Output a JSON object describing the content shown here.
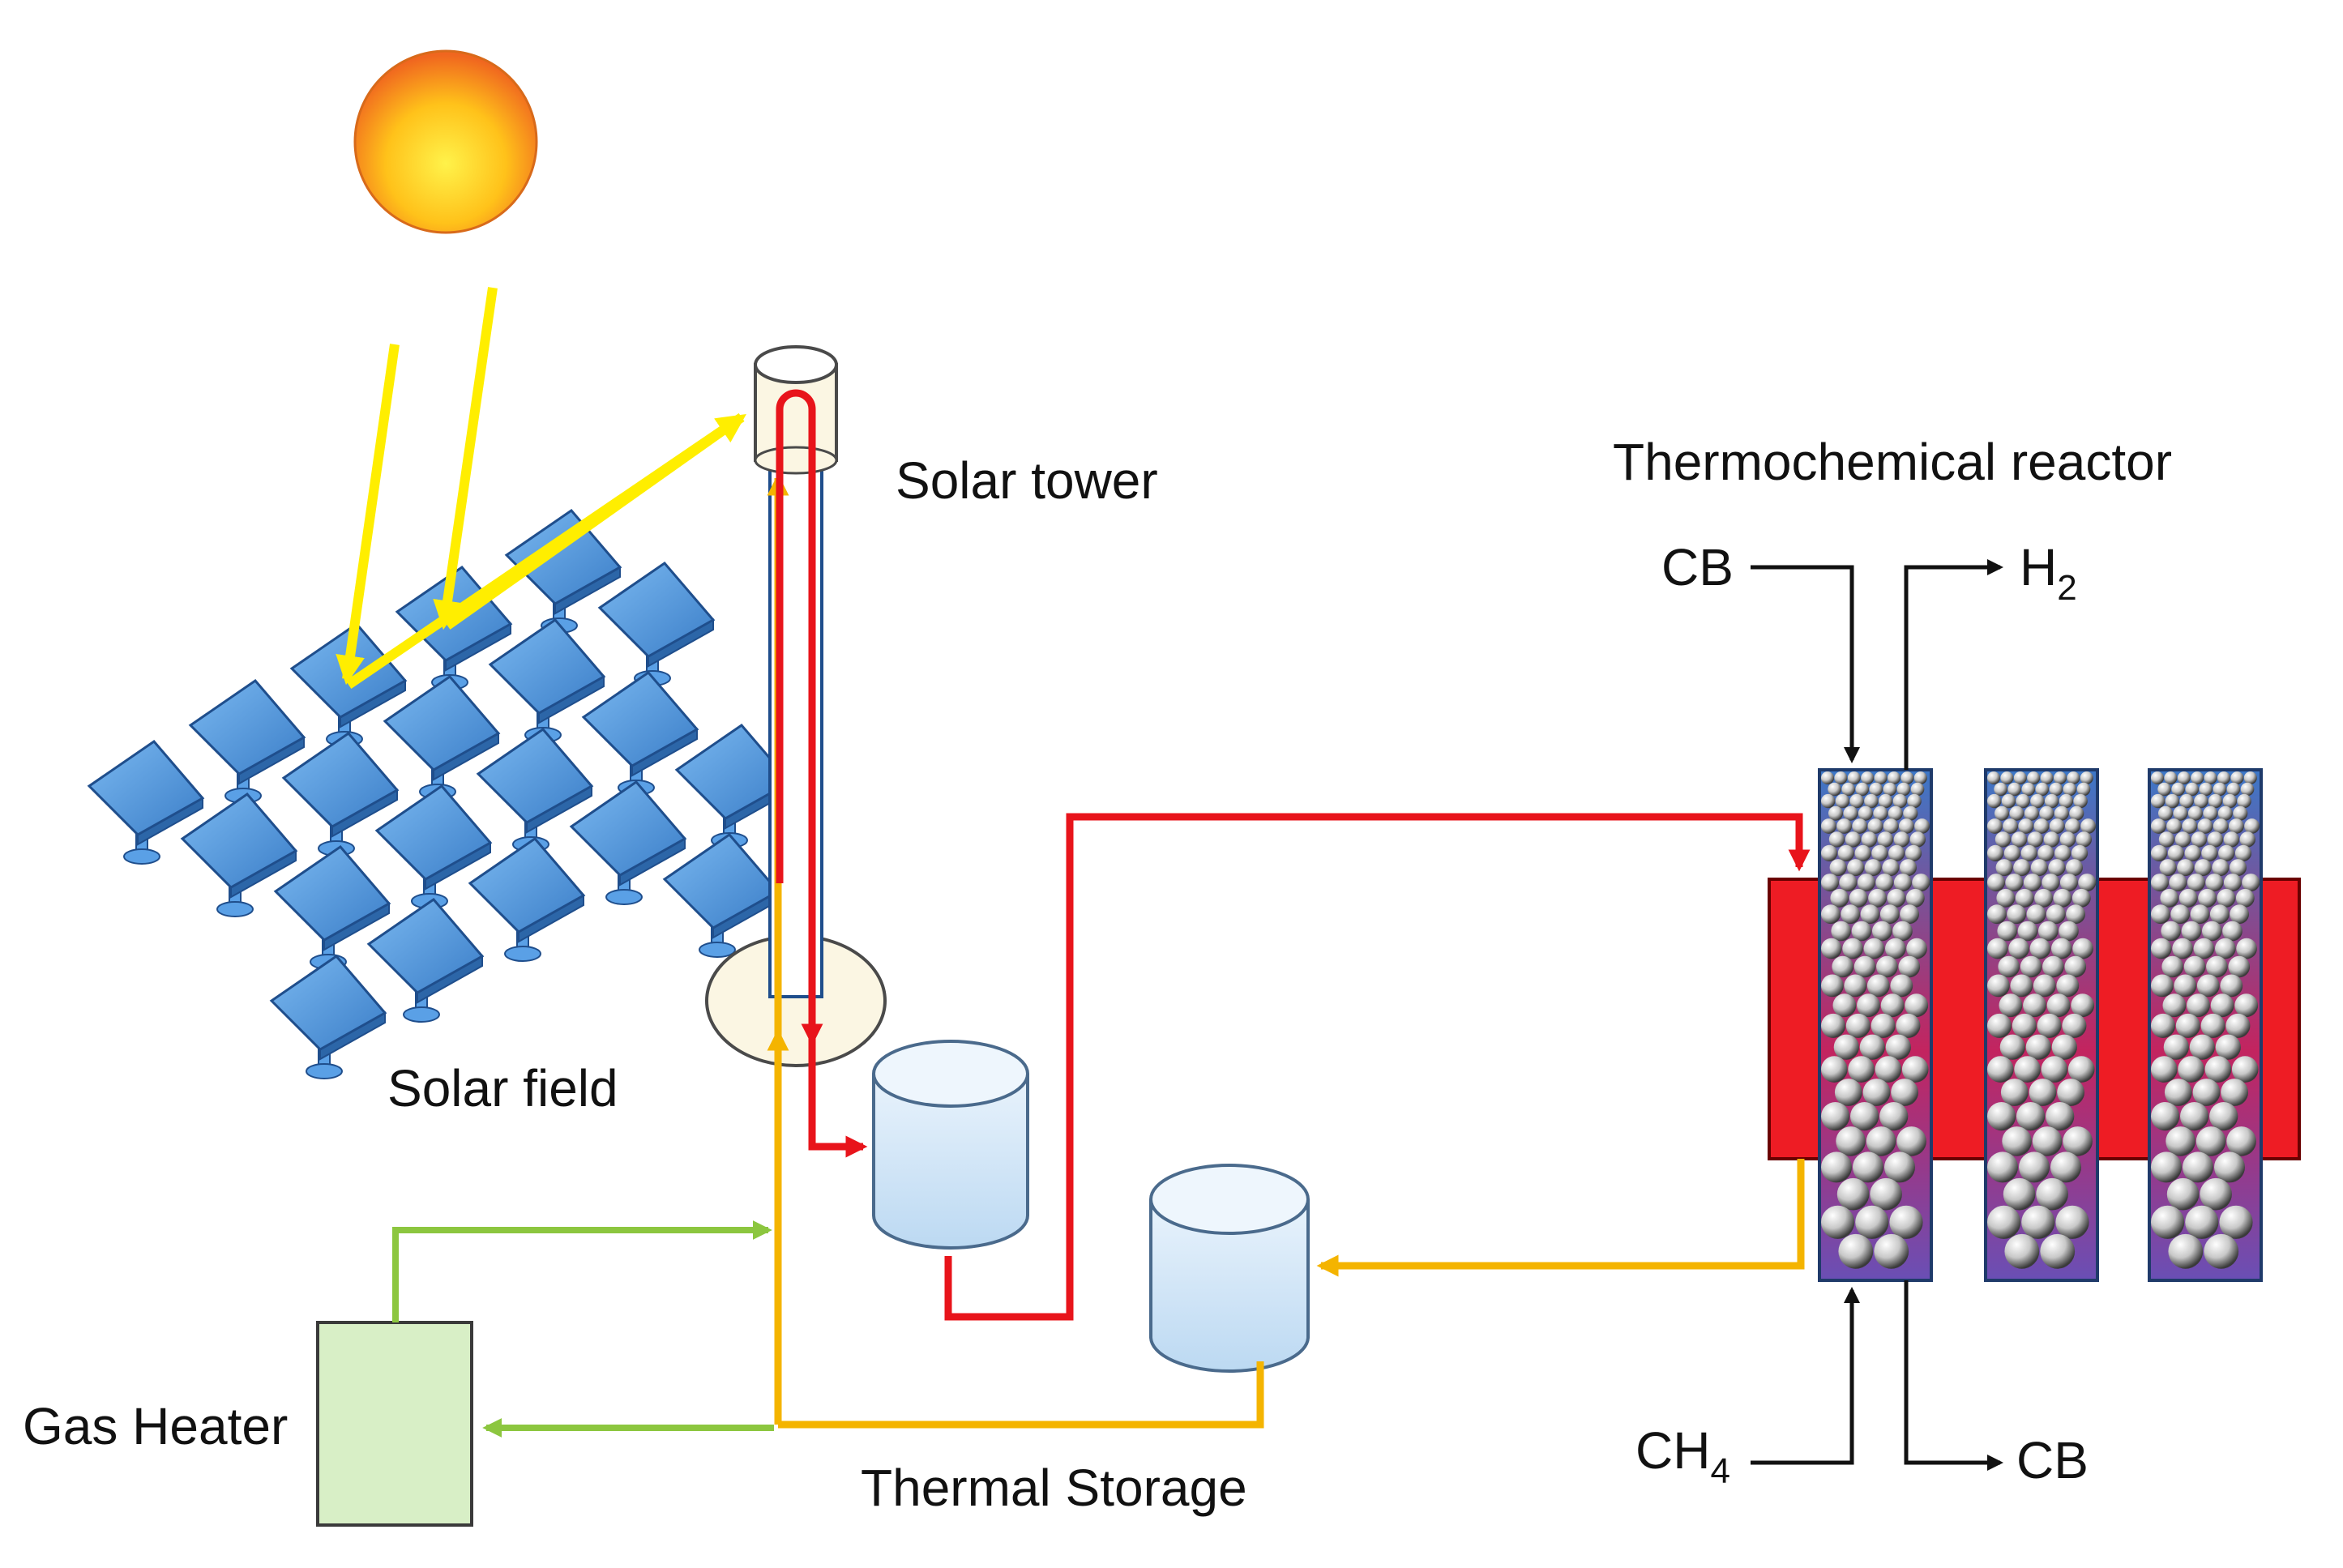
{
  "labels": {
    "solar_field": "Solar field",
    "solar_tower": "Solar tower",
    "thermochemical_reactor": "Thermochemical reactor",
    "gas_heater": "Gas Heater",
    "thermal_storage": "Thermal Storage",
    "cb_in": "CB",
    "h2_out": "H",
    "h2_sub": "2",
    "ch4_in": "CH",
    "ch4_sub": "4",
    "cb_out": "CB"
  },
  "colors": {
    "hot_stream": "#e8141b",
    "cold_stream": "#f4b400",
    "gas_stream": "#8cc63f",
    "sun_ray": "#ffee00",
    "heliostat": "#4a90d9",
    "storage_tank": "#d6eaf8",
    "heater": "#d8efc6",
    "tower": "#fbf6e3",
    "reactor_heater": "#ee1c24"
  },
  "icons": {
    "sun": "sun-icon",
    "heliostat": "heliostat-icon",
    "tank": "storage-tank-icon",
    "particle": "particle-icon"
  }
}
